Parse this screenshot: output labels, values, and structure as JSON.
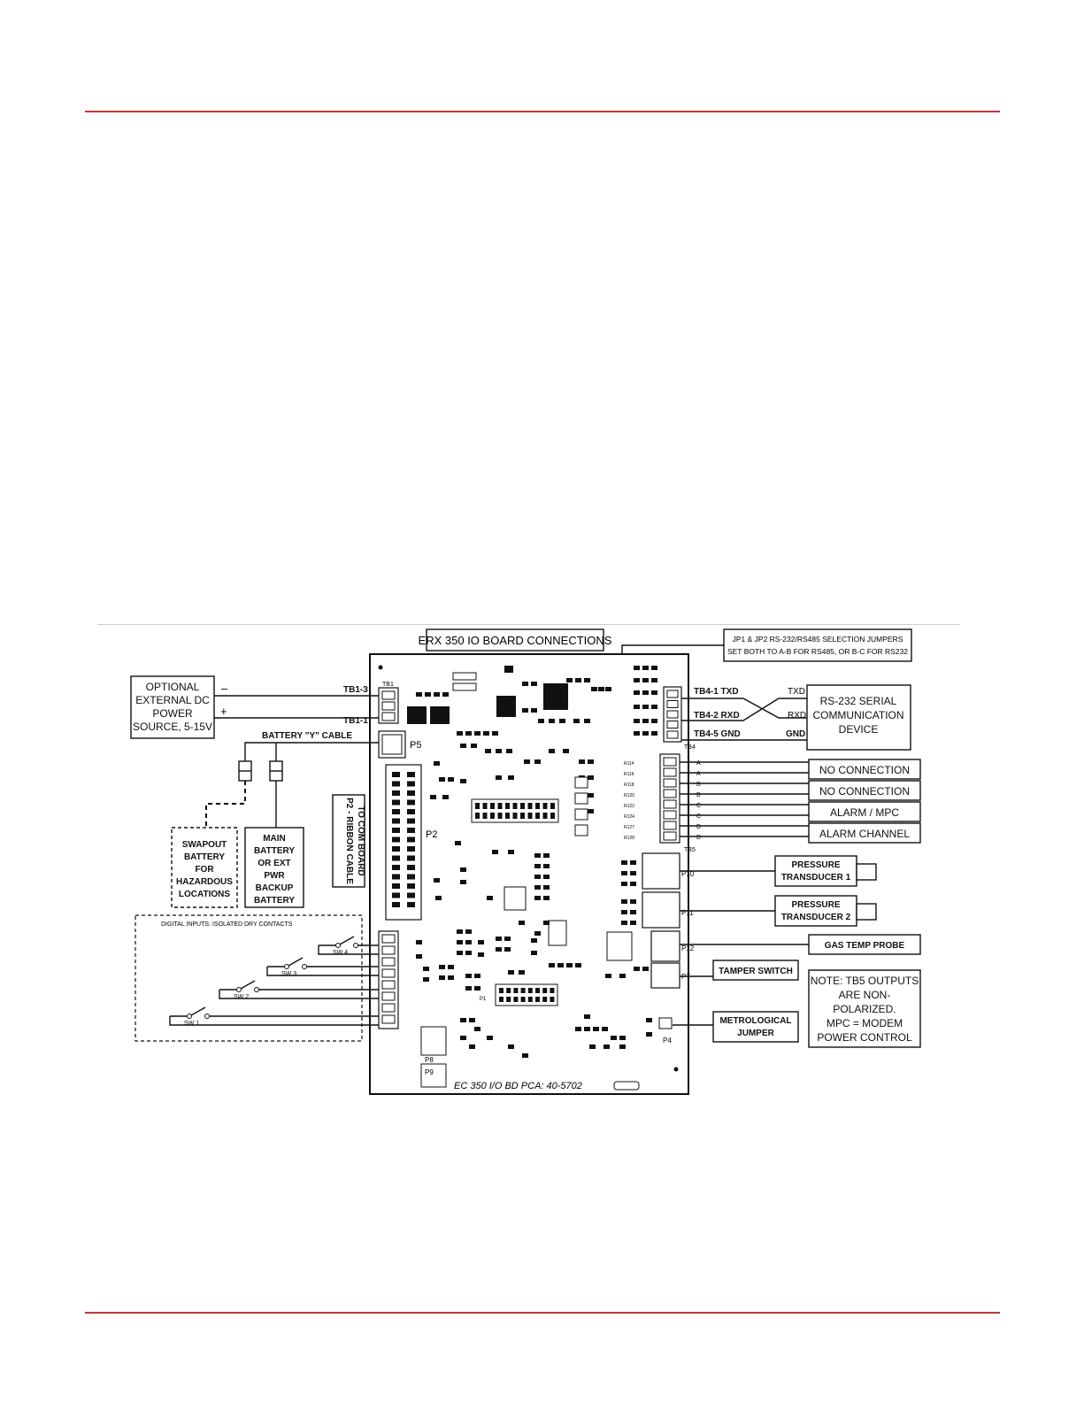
{
  "title": "ERX 350 IO BOARD CONNECTIONS",
  "jumper_note": {
    "line1": "JP1 & JP2 RS-232/RS485 SELECTION JUMPERS",
    "line2": "SET BOTH TO A-B FOR RS485, OR B-C FOR RS232"
  },
  "power_source": {
    "lines": [
      "OPTIONAL",
      "EXTERNAL DC",
      "POWER",
      "SOURCE, 5-15V"
    ],
    "minus": "–",
    "plus": "+",
    "tb1_3": "TB1-3",
    "tb1_1": "TB1-1"
  },
  "battery_cable": "BATTERY \"Y\" CABLE",
  "swapout_battery": [
    "SWAPOUT",
    "BATTERY",
    "FOR",
    "HAZARDOUS",
    "LOCATIONS"
  ],
  "main_battery": [
    "MAIN",
    "BATTERY",
    "OR EXT",
    "PWR",
    "BACKUP",
    "BATTERY"
  ],
  "ribbon_cable": [
    "P2 - RIBBON CABLE",
    "TO COM BOARD"
  ],
  "digital_inputs": {
    "title": "DIGITAL INPUTS: ISOLATED DRY CONTACTS",
    "switches": [
      "SW 4",
      "SW 3",
      "SW 2",
      "SW 1"
    ]
  },
  "board": {
    "p5": "P5",
    "p2": "P2",
    "silk": "EC 350 I/O BD    PCA: 40-5702",
    "tb1": "TB1",
    "tb4": "TB4",
    "tb5": "TB5",
    "p10": "P10",
    "p11": "P11",
    "p12": "P12",
    "p7": "P7",
    "p4": "P4",
    "p8": "P8",
    "p9": "P9",
    "p1": "P1",
    "tb5_letters": [
      "A",
      "A",
      "B",
      "B",
      "C",
      "C",
      "D",
      "D"
    ],
    "tb5_refs": [
      "R114",
      "R116",
      "R118",
      "R120",
      "R122",
      "R124",
      "R127",
      "R128"
    ]
  },
  "rs232": {
    "tb4_1": "TB4-1 TXD",
    "tb4_2": "TB4-2 RXD",
    "tb4_5": "TB4-5 GND",
    "txd": "TXD",
    "rxd": "RXD",
    "gnd": "GND",
    "device": [
      "RS-232 SERIAL",
      "COMMUNICATION",
      "DEVICE"
    ]
  },
  "outputs": [
    "NO CONNECTION",
    "NO CONNECTION",
    "ALARM / MPC",
    "ALARM CHANNEL"
  ],
  "pressure1": [
    "PRESSURE",
    "TRANSDUCER 1"
  ],
  "pressure2": [
    "PRESSURE",
    "TRANSDUCER 2"
  ],
  "gas_temp": "GAS TEMP PROBE",
  "tamper": "TAMPER SWITCH",
  "metrological": [
    "METROLOGICAL",
    "JUMPER"
  ],
  "note": [
    "NOTE: TB5 OUTPUTS",
    "ARE NON-",
    "POLARIZED.",
    "MPC = MODEM",
    "POWER CONTROL"
  ]
}
